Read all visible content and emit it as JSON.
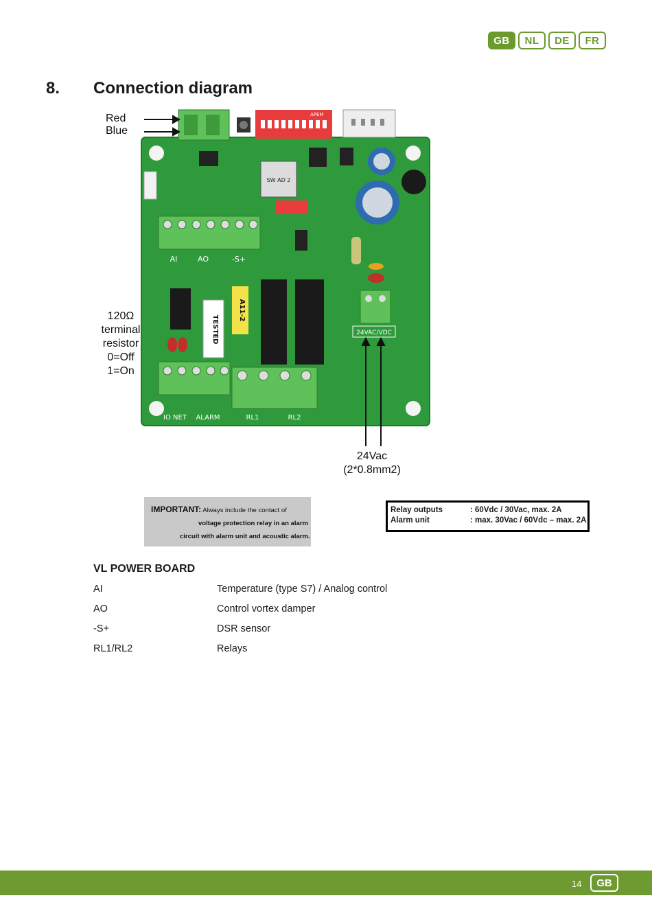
{
  "languages": [
    {
      "code": "GB",
      "active": true
    },
    {
      "code": "NL",
      "active": false
    },
    {
      "code": "DE",
      "active": false
    },
    {
      "code": "FR",
      "active": false
    }
  ],
  "section": {
    "number": "8.",
    "title": "Connection diagram"
  },
  "diagram": {
    "wire_labels": {
      "red": "Red",
      "blue": "Blue"
    },
    "resistor_label": [
      "120Ω",
      "terminal",
      "resistor",
      "0=Off",
      "1=On"
    ],
    "power_label": [
      "24Vac",
      "(2*0.8mm2)"
    ],
    "chip_label": "SW AD 2",
    "relay_label": "TESTED",
    "module_label": "A11-2",
    "dip_label": "APEM",
    "bottom_terminals": [
      "IO NET",
      "ALARM",
      "RL1",
      "RL2"
    ],
    "top_terminals": [
      "AI",
      "AO",
      "-S+"
    ],
    "power_terminal": "24VAC/VDC"
  },
  "important": {
    "prefix": "IMPORTANT:",
    "line1": "Always include the contact of",
    "line2": "voltage protection relay in an alarm",
    "line3": "circuit with alarm unit and acoustic alarm."
  },
  "relay_specs": [
    {
      "label": "Relay outputs",
      "value": ": 60Vdc / 30Vac, max. 2A"
    },
    {
      "label": "Alarm unit",
      "value": ": max. 30Vac / 60Vdc – max. 2A"
    }
  ],
  "board": {
    "title": "VL POWER BOARD",
    "rows": [
      {
        "key": "AI",
        "value": "Temperature (type S7) / Analog control"
      },
      {
        "key": "AO",
        "value": "Control vortex damper"
      },
      {
        "key": "-S+",
        "value": "DSR sensor"
      },
      {
        "key": "RL1/RL2",
        "value": "Relays"
      }
    ]
  },
  "footer": {
    "page": "14",
    "lang": "GB"
  },
  "colors": {
    "brand_green": "#6a9b2c",
    "pcb_green": "#2f9a3c"
  }
}
